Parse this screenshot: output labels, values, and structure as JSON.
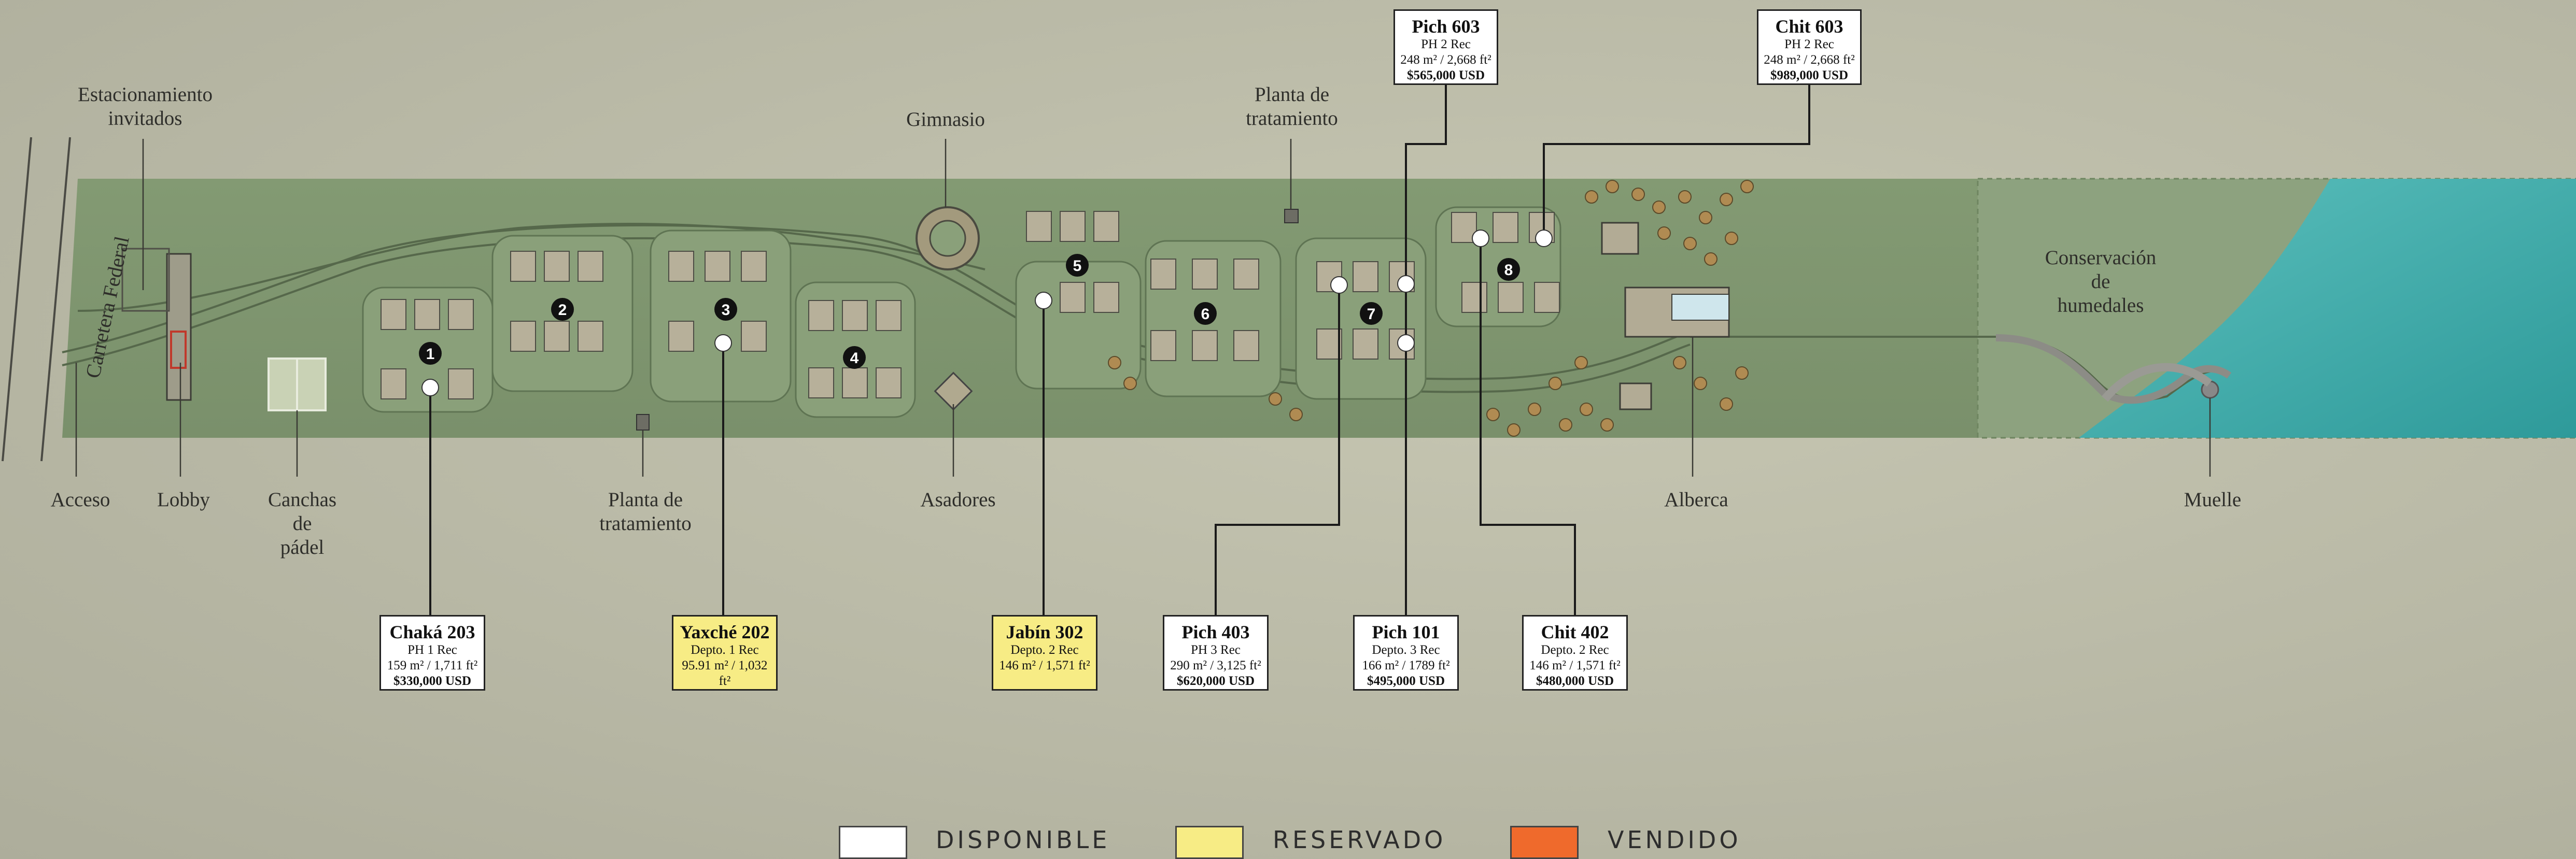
{
  "site_labels": [
    {
      "id": "estacionamiento",
      "text": "Estacionamiento\ninvitados"
    },
    {
      "id": "gimnasio",
      "text": "Gimnasio"
    },
    {
      "id": "planta-top",
      "text": "Planta de\ntratamiento"
    },
    {
      "id": "conservacion",
      "text": "Conservación de\nhumedales"
    },
    {
      "id": "acceso",
      "text": "Acceso"
    },
    {
      "id": "lobby",
      "text": "Lobby"
    },
    {
      "id": "canchas",
      "text": "Canchas de\npádel"
    },
    {
      "id": "planta-bottom",
      "text": "Planta de\ntratamiento"
    },
    {
      "id": "asadores",
      "text": "Asadores"
    },
    {
      "id": "alberca",
      "text": "Alberca"
    },
    {
      "id": "muelle",
      "text": "Muelle"
    },
    {
      "id": "carretera",
      "text": "Carretera Federal"
    }
  ],
  "clusters": [
    "1",
    "2",
    "3",
    "4",
    "5",
    "6",
    "7",
    "8"
  ],
  "units": [
    {
      "name": "Pich 603",
      "type": "PH 2 Rec",
      "area": "248 m² / 2,668 ft²",
      "price": "$565,000 USD",
      "status": "disponible"
    },
    {
      "name": "Chit 603",
      "type": "PH 2 Rec",
      "area": "248 m² / 2,668 ft²",
      "price": "$989,000 USD",
      "status": "disponible"
    },
    {
      "name": "Chaká 203",
      "type": "PH 1 Rec",
      "area": "159 m² / 1,711 ft²",
      "price": "$330,000 USD",
      "status": "disponible"
    },
    {
      "name": "Yaxché 202",
      "type": "Depto. 1 Rec",
      "area": "95.91 m² / 1,032 ft²",
      "price": "",
      "status": "reservado"
    },
    {
      "name": "Jabín 302",
      "type": "Depto. 2 Rec",
      "area": "146 m² / 1,571 ft²",
      "price": "",
      "status": "reservado"
    },
    {
      "name": "Pich 403",
      "type": "PH 3 Rec",
      "area": "290 m² / 3,125 ft²",
      "price": "$620,000 USD",
      "status": "disponible"
    },
    {
      "name": "Pich 101",
      "type": "Depto. 3 Rec",
      "area": "166 m² / 1789 ft²",
      "price": "$495,000 USD",
      "status": "disponible"
    },
    {
      "name": "Chit 402",
      "type": "Depto. 2 Rec",
      "area": "146 m² / 1,571 ft²",
      "price": "$480,000 USD",
      "status": "disponible"
    }
  ],
  "legend": [
    {
      "label": "DISPONIBLE",
      "color": "#ffffff"
    },
    {
      "label": "RESERVADO",
      "color": "#f7ec85"
    },
    {
      "label": "VENDIDO",
      "color": "#ef6a2c"
    }
  ],
  "colors": {
    "terrain": "#7f9670",
    "water": "#3aa7a4",
    "disponible": "#ffffff",
    "reservado": "#f7ec85",
    "vendido": "#ef6a2c"
  }
}
